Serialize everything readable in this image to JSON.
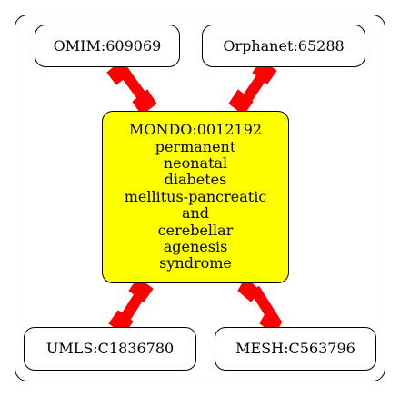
{
  "colors": {
    "center_fill": "#ffff00",
    "edge": "#ff0000",
    "border": "#000000"
  },
  "center": {
    "id": "MONDO:0012192",
    "name_lines": [
      "permanent",
      "neonatal",
      "diabetes",
      "mellitus-pancreatic",
      "and",
      "cerebellar",
      "agenesis",
      "syndrome"
    ]
  },
  "nodes": {
    "omim": "OMIM:609069",
    "orphanet": "Orphanet:65288",
    "umls": "UMLS:C1836780",
    "mesh": "MESH:C563796"
  }
}
